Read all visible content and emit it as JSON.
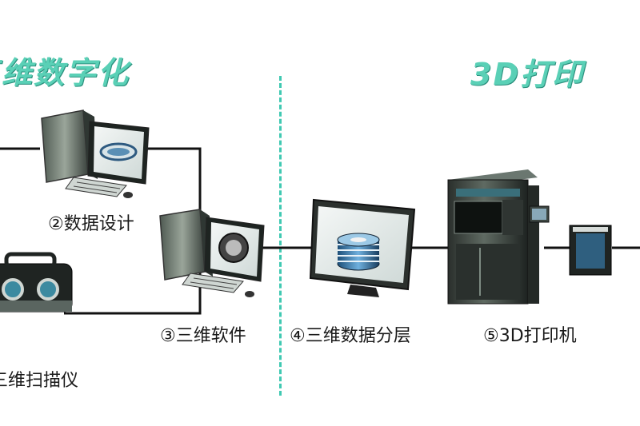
{
  "headings": {
    "left": "三维数字化",
    "right": "3D打印"
  },
  "labels": {
    "design": "②数据设计",
    "software": "③三维软件",
    "slicing": "④三维数据分层",
    "printer": "⑤3D打印机",
    "scanner": "三维扫描仪"
  },
  "icons": {
    "scanner": "3d-scanner-icon",
    "workstation_design": "desktop-computer-icon",
    "workstation_software": "desktop-computer-icon",
    "monitor": "monitor-icon",
    "printer": "3d-printer-icon",
    "part": "printed-part-icon"
  },
  "colors": {
    "heading": "#5ad0b6",
    "divider": "#40c9b2",
    "connector": "#111111",
    "label": "#1a1a1a"
  }
}
